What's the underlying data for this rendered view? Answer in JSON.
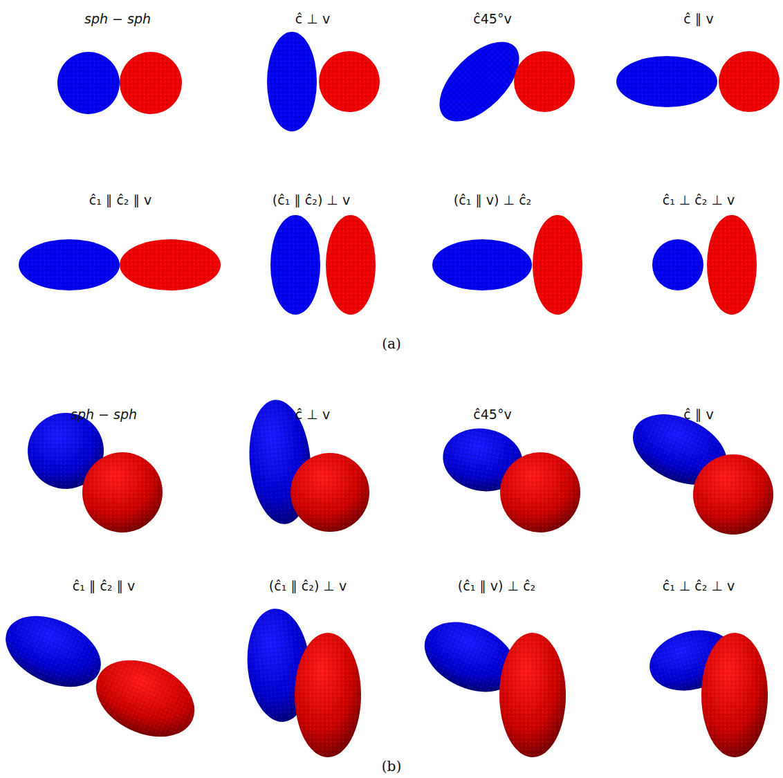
{
  "diagram": {
    "labels": [
      "sph − sph",
      "ĉ ⊥ v",
      "ĉ45°v",
      "ĉ ∥ v",
      "ĉ₁ ∥ ĉ₂ ∥ v",
      "(ĉ₁ ∥ ĉ₂) ⊥ v",
      "(ĉ₁ ∥ v) ⊥ ĉ₂",
      "ĉ₁ ⊥ ĉ₂ ⊥ v",
      "(a)",
      "sph − sph",
      "ĉ ⊥ v",
      "ĉ45°v",
      "ĉ ∥ v",
      "ĉ₁ ∥ ĉ₂ ∥ v",
      "(ĉ₁ ∥ ĉ₂) ⊥ v",
      "(ĉ₁ ∥ v) ⊥ ĉ₂",
      "ĉ₁ ⊥ ĉ₂ ⊥ v",
      "(b)"
    ]
  }
}
